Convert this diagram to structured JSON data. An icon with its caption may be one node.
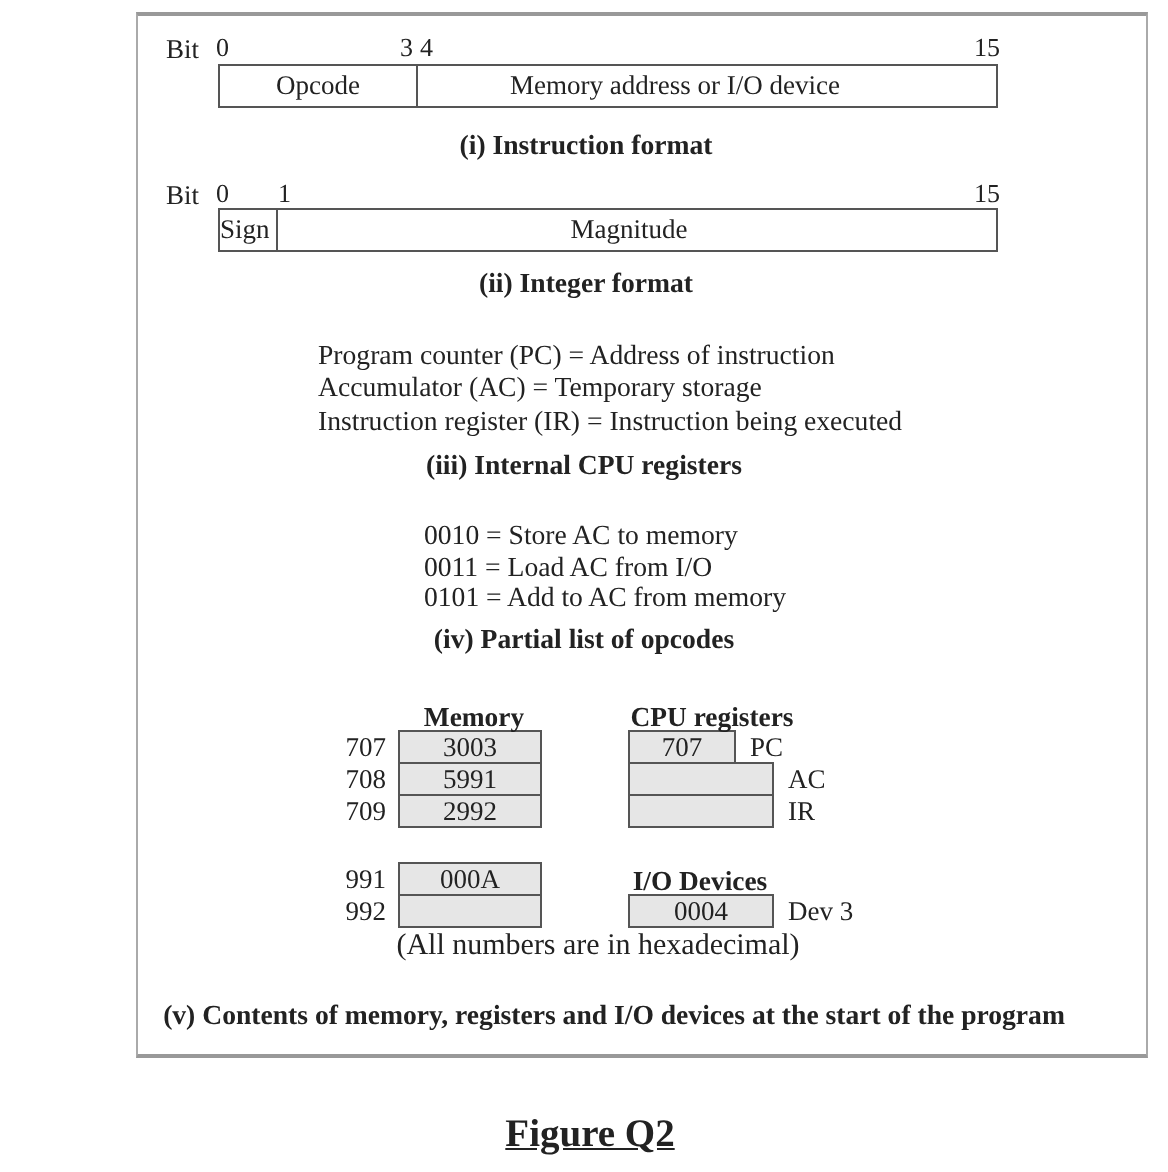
{
  "diagram": {
    "caption": "Figure Q2",
    "nodes": [
      {
        "text": [
          "Opcode"
        ]
      },
      {
        "text": [
          "Memory address or I/O device"
        ]
      },
      {
        "text": [
          "Sign"
        ]
      },
      {
        "text": [
          "Magnitude"
        ]
      },
      {
        "text": [
          "3003"
        ],
        "beside": [
          "707"
        ]
      },
      {
        "text": [
          "707"
        ],
        "beside": [
          "PC"
        ]
      },
      {
        "text": [
          "5991"
        ],
        "beside": [
          "708"
        ]
      },
      {
        "text": [],
        "shape": "box",
        "beside": [
          "AC"
        ]
      },
      {
        "text": [
          "2992"
        ],
        "beside": [
          "709"
        ]
      },
      {
        "text": [],
        "shape": "box",
        "beside": [
          "IR"
        ]
      },
      {
        "text": [
          "000A"
        ],
        "beside": [
          "991"
        ]
      },
      {
        "text": [],
        "shape": "box",
        "beside": [
          "992"
        ]
      },
      {
        "text": [
          "0004"
        ],
        "beside": [
          "Dev 3"
        ]
      }
    ],
    "edges": [],
    "labels": [
      "Bit",
      "0",
      "3",
      "4",
      "15",
      "(i) Instruction format",
      "Bit",
      "0",
      "1",
      "15",
      "(ii) Integer format",
      "Program counter (PC) = Address of instruction",
      "Accumulator (AC) = Temporary storage",
      "Instruction register (IR) = Instruction being executed",
      "(iii) Internal CPU registers",
      "0010 = Store AC to memory",
      "0011 = Load AC from I/O",
      "0101 = Add to AC from memory",
      "(iv) Partial list of opcodes",
      "Memory",
      "CPU registers",
      "I/O Devices",
      "(All numbers are in hexadecimal)",
      "(v) Contents of memory, registers and I/O devices at the start of the program"
    ]
  }
}
